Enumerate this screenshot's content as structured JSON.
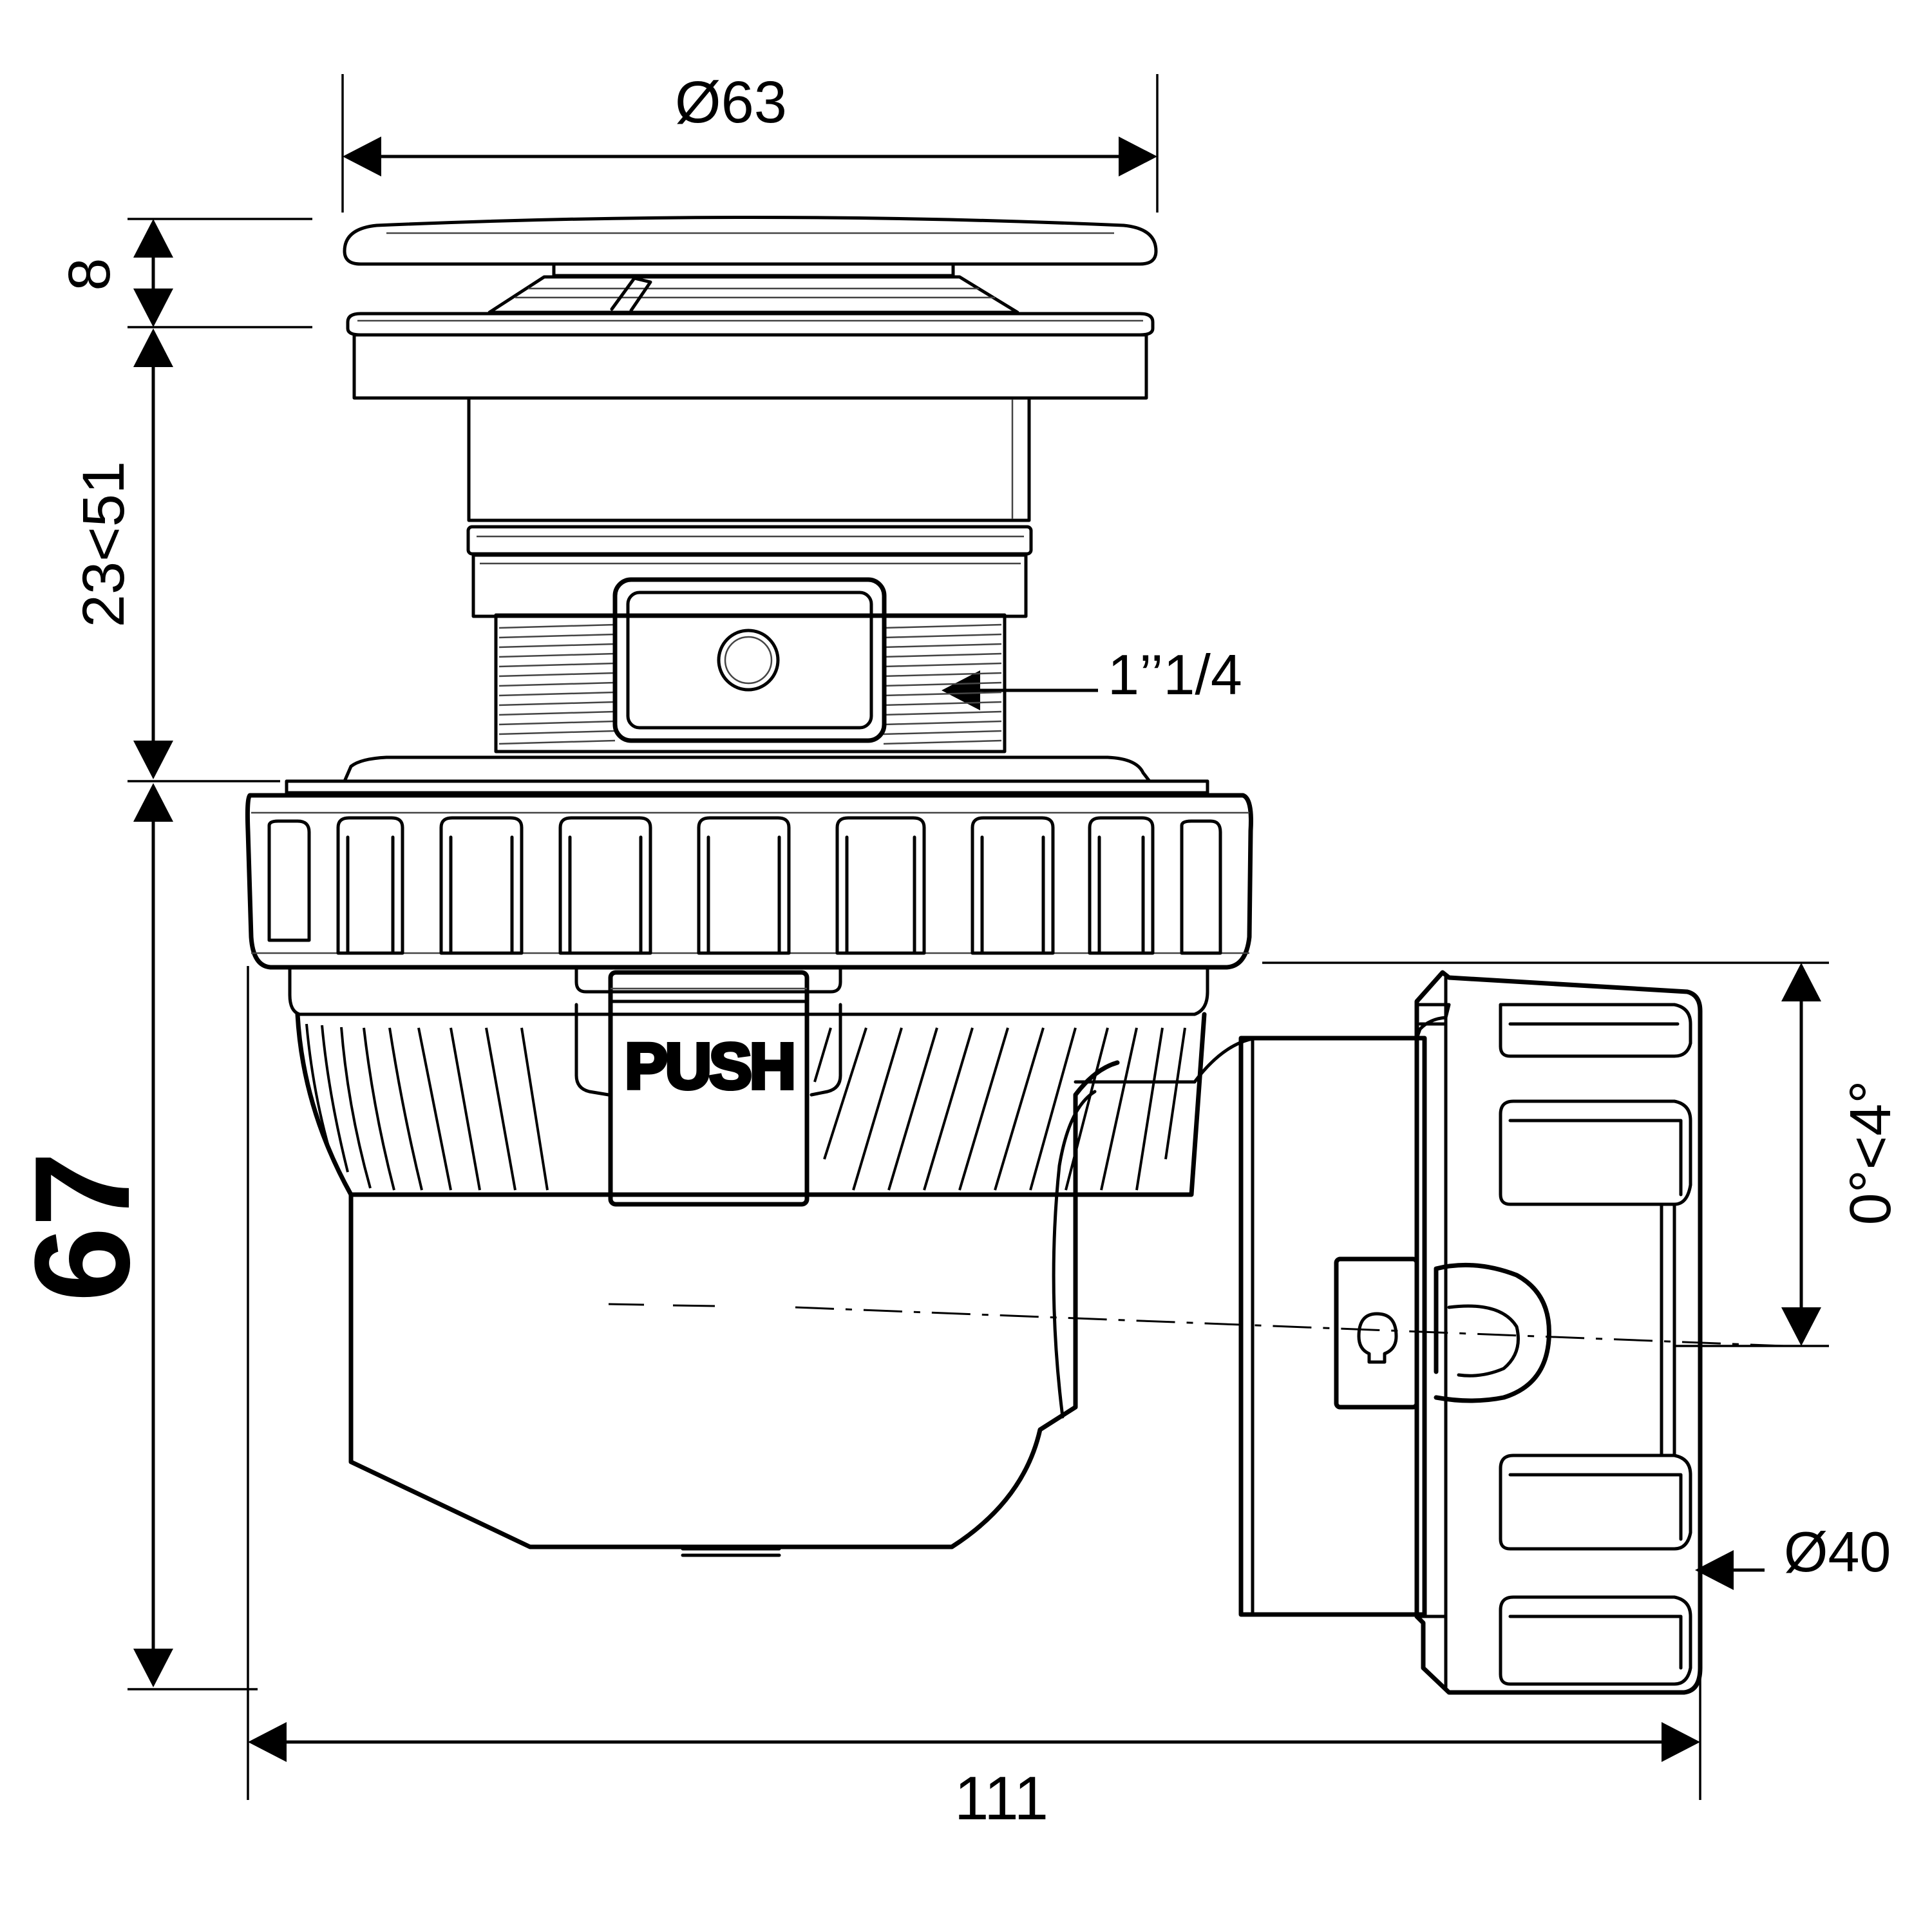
{
  "dimensions": {
    "cap_diameter": "Ø63",
    "cap_height": "8",
    "adjustable_range": "23<51",
    "thread_size": "1’’1/4",
    "total_height": "67",
    "outlet_angle": "0°<4°",
    "outlet_diameter": "Ø40",
    "total_length": "111"
  },
  "labels": {
    "push_button": "PUSH"
  }
}
